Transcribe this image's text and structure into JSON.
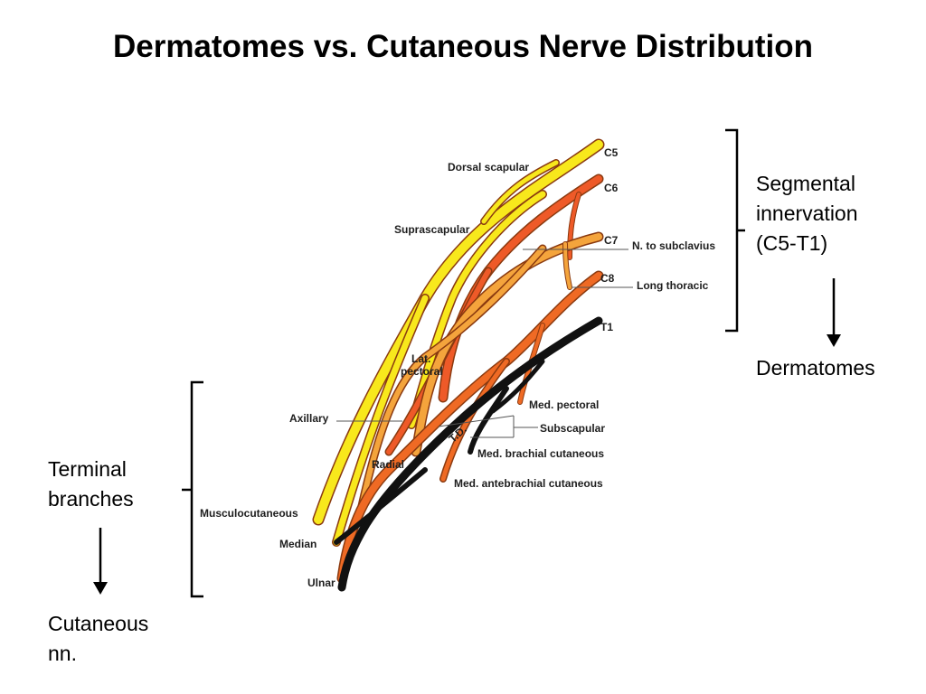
{
  "slide": {
    "title": "Dermatomes vs. Cutaneous Nerve Distribution",
    "right_text": {
      "line1": "Segmental",
      "line2": "innervation",
      "line3": "(C5-T1)",
      "result": "Dermatomes"
    },
    "left_text": {
      "line1": "Terminal",
      "line2": "branches",
      "result_line1": "Cutaneous",
      "result_line2": "nn."
    }
  },
  "diagram": {
    "roots": [
      "C5",
      "C6",
      "C7",
      "C8",
      "T1"
    ],
    "branch_labels": {
      "dorsal_scapular": "Dorsal scapular",
      "suprascapular": "Suprascapular",
      "n_to_subclavius": "N. to subclavius",
      "long_thoracic": "Long thoracic",
      "lat_pectoral_1": "Lat.",
      "lat_pectoral_2": "pectoral",
      "axillary": "Axillary",
      "med_pectoral": "Med. pectoral",
      "td": "T.D.",
      "subscapular": "Subscapular",
      "med_brachial_cutaneous": "Med. brachial cutaneous",
      "radial": "Radial",
      "med_antebrachial_cutaneous": "Med. antebrachial cutaneous",
      "musculocutaneous": "Musculocutaneous",
      "median": "Median",
      "ulnar": "Ulnar"
    },
    "colors": {
      "c5": "#f8e81c",
      "c6": "#ee5a28",
      "c7": "#f4a43c",
      "c8": "#ef6a24",
      "t1": "#111111",
      "outline": "#8a3a10"
    }
  }
}
